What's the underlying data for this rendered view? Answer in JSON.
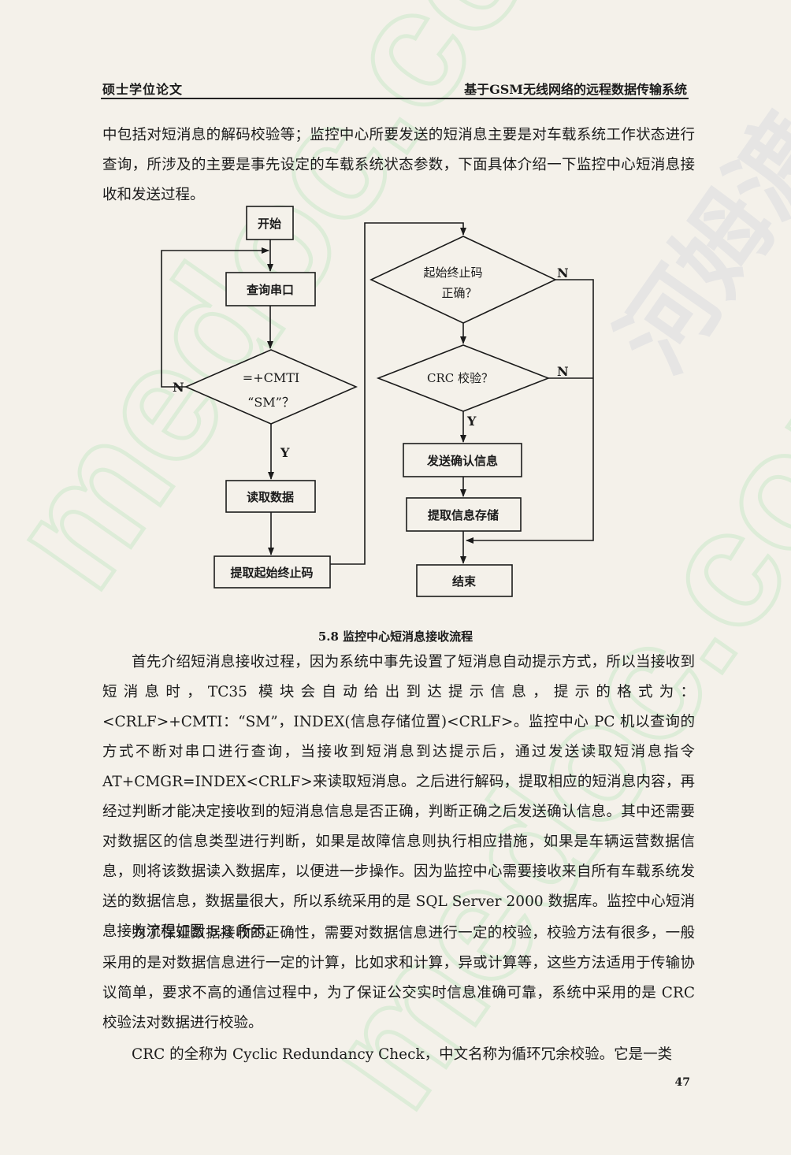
{
  "header": {
    "left": "硕士学位论文",
    "right": "基于GSM无线网络的远程数据传输系统"
  },
  "watermark": {
    "text": "medoc.com",
    "text_cjk": "河姆渡",
    "color": "#d9ecd6"
  },
  "intro_text": "中包括对短消息的解码校验等；监控中心所要发送的短消息主要是对车载系统工作状态进行查询，所涉及的主要是事先设定的车载系统状态参数，下面具体介绍一下监控中心短消息接收和发送过程。",
  "flowchart": {
    "start": "开始",
    "query_port": "查询串口",
    "decision_cmti_line1": "=+CMTI",
    "decision_cmti_line2": "“SM”？",
    "read_data": "读取数据",
    "extract_codes": "提取起始终止码",
    "decision_codes_line1": "起始终止码",
    "decision_codes_line2": "正确？",
    "decision_crc": "CRC 校验？",
    "send_ack": "发送确认信息",
    "extract_store": "提取信息存储",
    "end": "结束",
    "label_n1": "N",
    "label_y1": "Y",
    "label_n2": "N",
    "label_n3": "N",
    "label_y2": "Y"
  },
  "caption": "5.8 监控中心短消息接收流程",
  "paragraphs": [
    "首先介绍短消息接收过程，因为系统中事先设置了短消息自动提示方式，所以当接收到短消息时，TC35 模块会自动给出到达提示信息，提示的格式为：<CRLF>+CMTI：“SM”，INDEX(信息存储位置)<CRLF>。监控中心 PC 机以查询的方式不断对串口进行查询，当接收到短消息到达提示后，通过发送读取短消息指令 AT+CMGR=INDEX<CRLF>来读取短消息。之后进行解码，提取相应的短消息内容，再经过判断才能决定接收到的短消息信息是否正确，判断正确之后发送确认信息。其中还需要对数据区的信息类型进行判断，如果是故障信息则执行相应措施，如果是车辆运营数据信息，则将该数据读入数据库，以便进一步操作。因为监控中心需要接收来自所有车载系统发送的数据信息，数据量很大，所以系统采用的是 SQL Server 2000 数据库。监控中心短消息接收流程如图 5.8 所示。",
    "为了保证数据接收的正确性，需要对数据信息进行一定的校验，校验方法有很多，一般采用的是对数据信息进行一定的计算，比如求和计算，异或计算等，这些方法适用于传输协议简单，要求不高的通信过程中，为了保证公交实时信息准确可靠，系统中采用的是 CRC 校验法对数据进行校验。",
    "CRC 的全称为 Cyclic Redundancy Check，中文名称为循环冗余校验。它是一类"
  ],
  "page_number": "47"
}
